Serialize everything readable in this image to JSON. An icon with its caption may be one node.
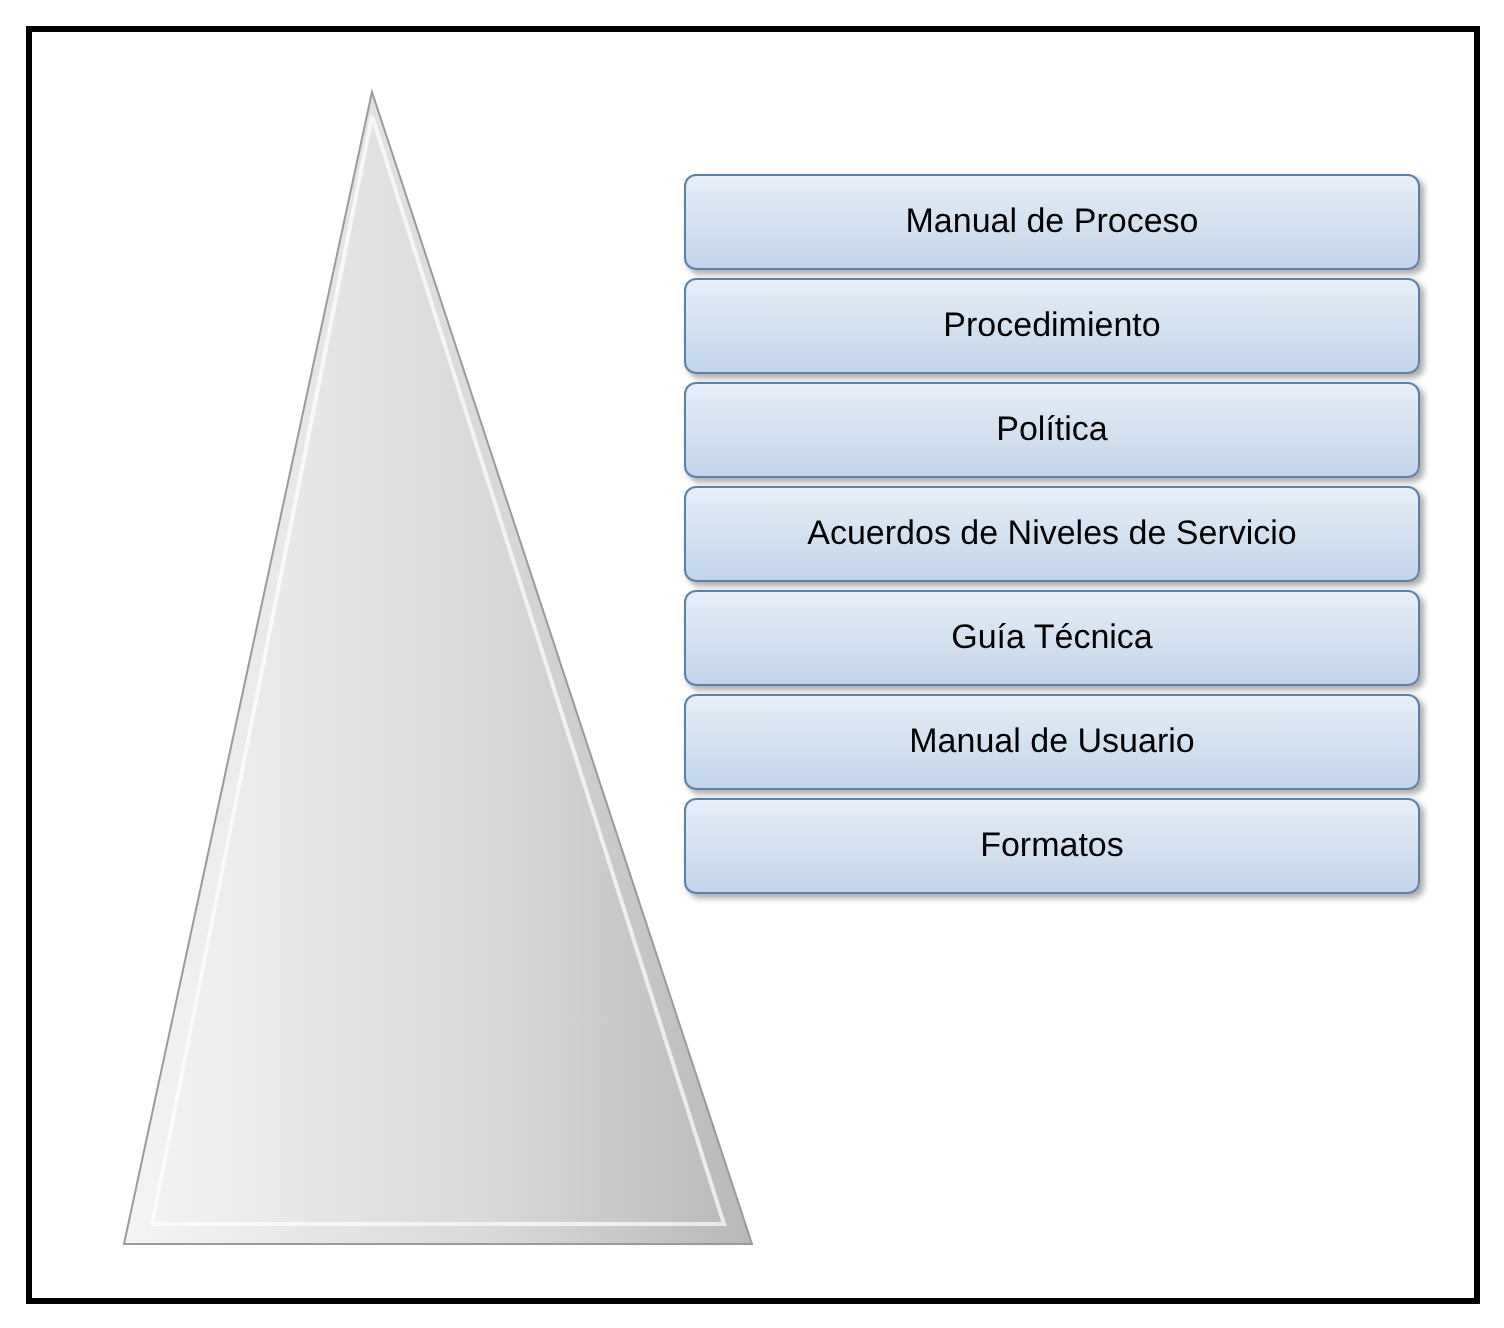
{
  "diagram": {
    "nodes": [
      {
        "text": [
          "Manual de Proceso"
        ]
      },
      {
        "text": [
          "Procedimiento"
        ]
      },
      {
        "text": [
          "Política"
        ]
      },
      {
        "text": [
          "Acuerdos de Niveles de Servicio"
        ]
      },
      {
        "text": [
          "Guía Técnica"
        ]
      },
      {
        "text": [
          "Manual de Usuario"
        ]
      },
      {
        "text": [
          "Formatos"
        ]
      }
    ]
  }
}
